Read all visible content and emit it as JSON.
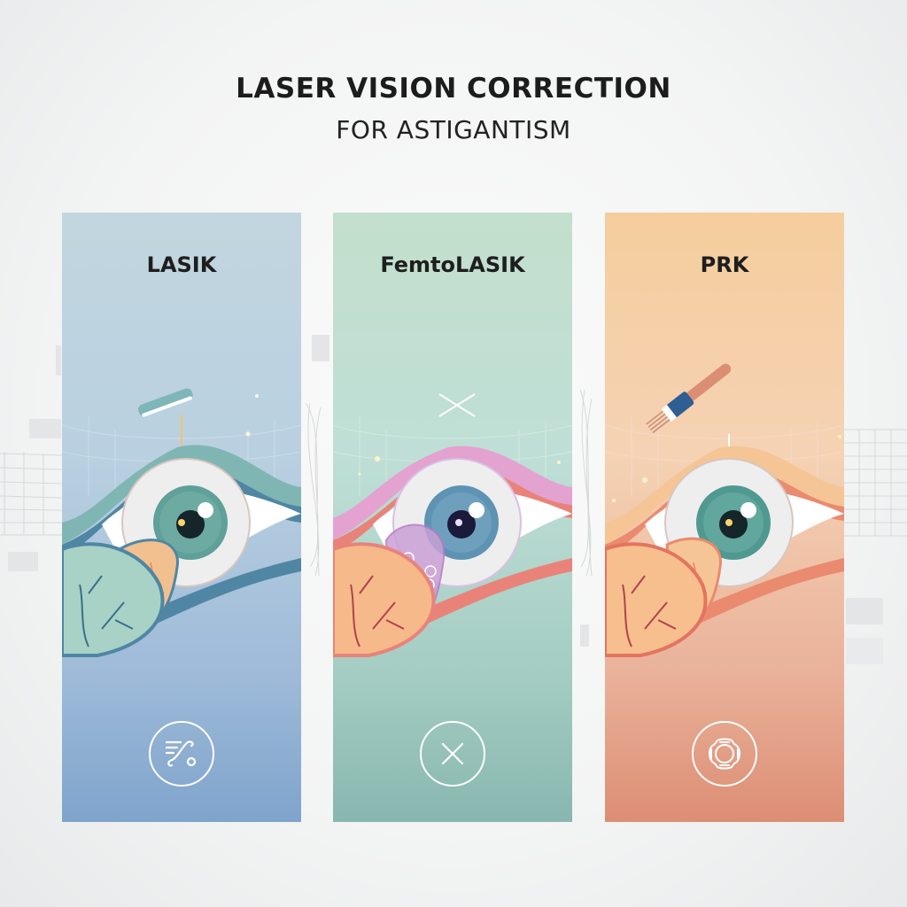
{
  "header": {
    "title": "LASER VISION CORRECTION",
    "subtitle": "FOR ASTIGANTISM"
  },
  "panels": [
    {
      "label": "LASIK",
      "icon": "flap-cut-icon",
      "tool": "microkeratome-blade",
      "colors": {
        "top": "#c2d6df",
        "bottom": "#7fa4cb",
        "lid": "#7fb6b3",
        "flap": "#f2c08e"
      }
    },
    {
      "label": "FemtoLASIK",
      "icon": "cross-x-icon",
      "tool": "femtosecond-laser-cross",
      "colors": {
        "top": "#c3dfcd",
        "bottom": "#88b7af",
        "lid": "#e9837a",
        "flap": "#c9a0d6"
      }
    },
    {
      "label": "PRK",
      "icon": "gear-ring-icon",
      "tool": "epithelium-brush",
      "colors": {
        "top": "#f5cd9d",
        "bottom": "#dc8e74",
        "lid": "#f0a37e",
        "flap": "#f5c596"
      }
    }
  ]
}
